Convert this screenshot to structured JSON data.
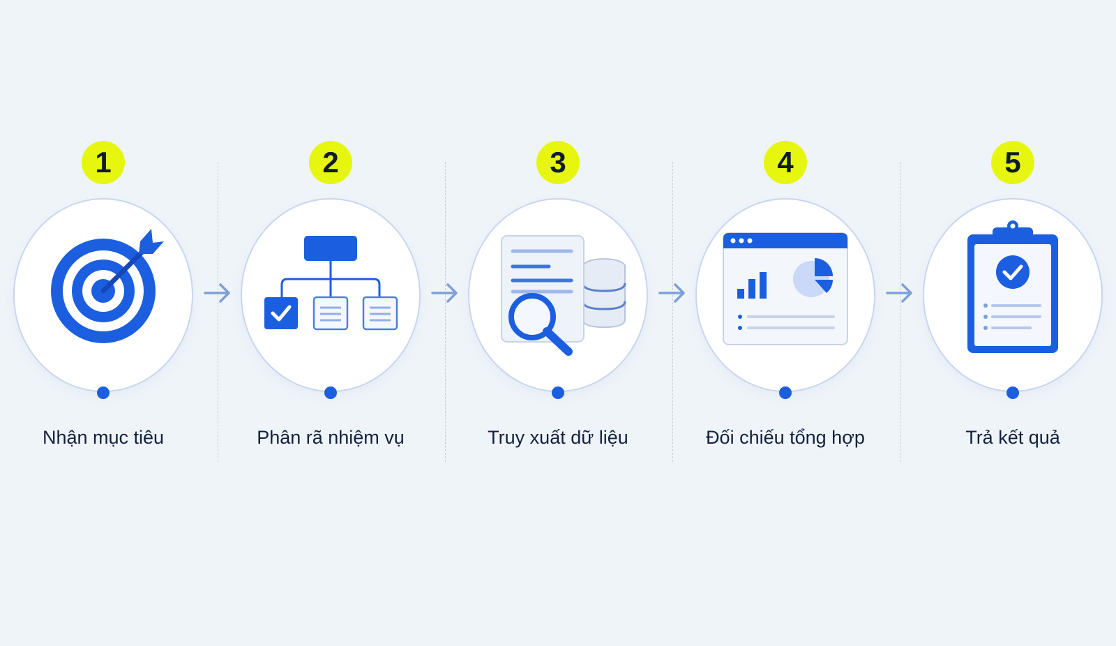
{
  "steps": [
    {
      "number": "1",
      "label": "Nhận mục tiêu",
      "icon": "target-icon"
    },
    {
      "number": "2",
      "label": "Phân rã nhiệm vụ",
      "icon": "hierarchy-icon"
    },
    {
      "number": "3",
      "label": "Truy xuất dữ liệu",
      "icon": "document-search-database-icon"
    },
    {
      "number": "4",
      "label": "Đối chiếu tổng hợp",
      "icon": "dashboard-chart-icon"
    },
    {
      "number": "5",
      "label": "Trả kết quả",
      "icon": "clipboard-check-icon"
    }
  ],
  "colors": {
    "background": "#eff4f9",
    "badge": "#e6f60f",
    "accent": "#1b5fe0",
    "accent_light": "#c9d9f7",
    "arrow": "#7f9fd6",
    "text": "#14213d"
  }
}
